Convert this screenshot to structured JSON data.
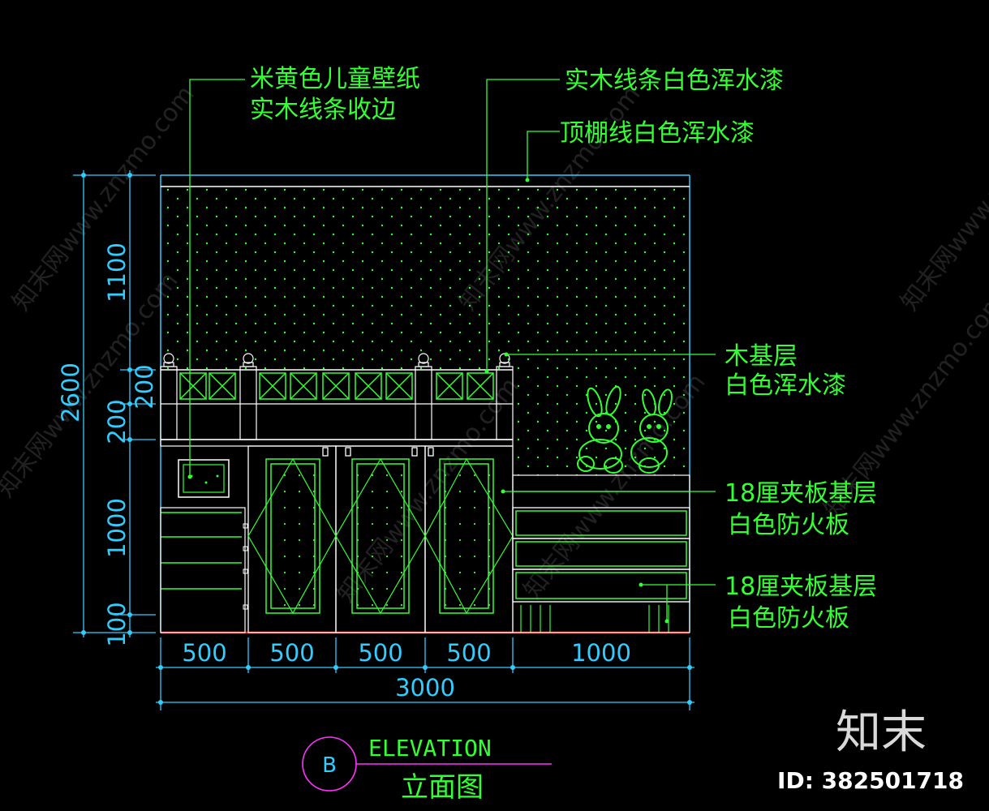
{
  "annotations": {
    "wallpaper_line1": "米黄色儿童壁纸",
    "wallpaper_line2": "实木线条收边",
    "solid_wood": "实木线条白色浑水漆",
    "ceiling_line": "顶棚线白色浑水漆",
    "wood_base_line1": "木基层",
    "wood_base_line2": "白色浑水漆",
    "plywood_a_line1": "18厘夹板基层",
    "plywood_a_line2": "白色防火板",
    "plywood_b_line1": "18厘夹板基层",
    "plywood_b_line2": "白色防火板"
  },
  "dimensions": {
    "vertical_total": "2600",
    "vertical_segments": [
      "1100",
      "200",
      "200",
      "1000",
      "100"
    ],
    "horizontal_segments": [
      "500",
      "500",
      "500",
      "500",
      "1000"
    ],
    "horizontal_total": "3000"
  },
  "title_block": {
    "marker": "B",
    "title_en": "ELEVATION",
    "title_cn": "立面图"
  },
  "watermark": {
    "brand": "知末",
    "id_text": "ID: 382501718",
    "repeat_text": "知末网www.znzmo.com"
  },
  "colors": {
    "green": "#33ff33",
    "cyan": "#33ccff",
    "white": "#ffffff",
    "magenta": "#ff33ff",
    "red": "#ff2222",
    "background": "#000000"
  }
}
